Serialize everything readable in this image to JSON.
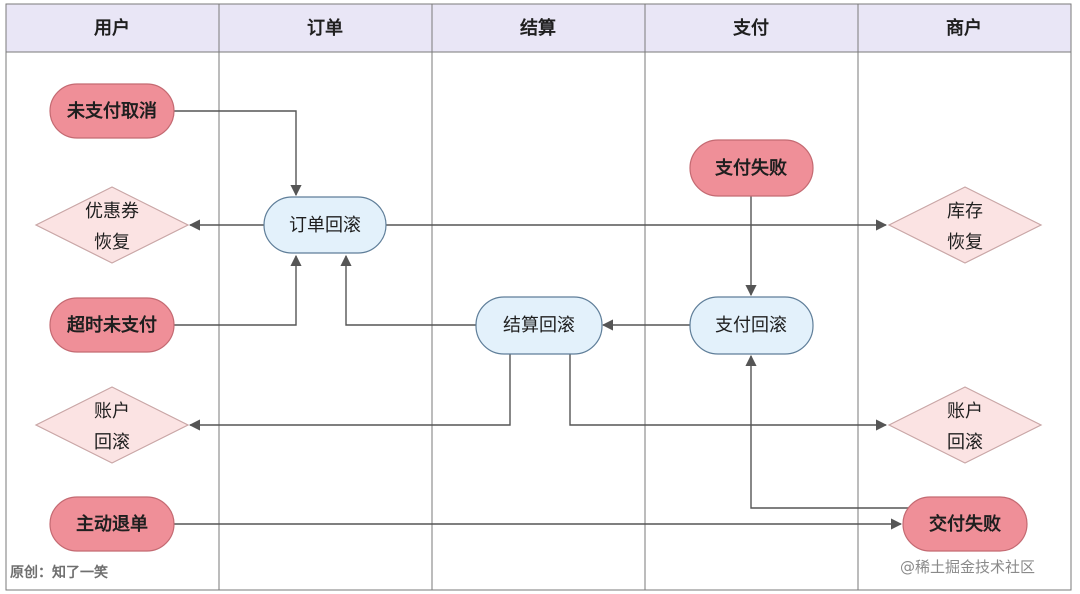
{
  "lanes": [
    "用户",
    "订单",
    "结算",
    "支付",
    "商户"
  ],
  "nodes": {
    "unpaid_cancel": "未支付取消",
    "coupon_restore_1": "优惠券",
    "coupon_restore_2": "恢复",
    "timeout_unpaid": "超时未支付",
    "account_rollback_user_1": "账户",
    "account_rollback_user_2": "回滚",
    "active_refund": "主动退单",
    "order_rollback": "订单回滚",
    "settlement_rollback": "结算回滚",
    "payment_failed": "支付失败",
    "payment_rollback": "支付回滚",
    "stock_restore_1": "库存",
    "stock_restore_2": "恢复",
    "account_rollback_merchant_1": "账户",
    "account_rollback_merchant_2": "回滚",
    "delivery_failed": "交付失败"
  },
  "watermarks": {
    "left": "原创：知了一笑",
    "right": "@稀土掘金技术社区"
  },
  "colors": {
    "header_bg": "#e9e6f6",
    "grid_line": "#7a7a7a",
    "red_fill": "#ef8f98",
    "red_stroke": "#c46a72",
    "blue_fill": "#e3f1fb",
    "blue_stroke": "#5f7e99",
    "diamond_fill": "#fbe3e3",
    "diamond_stroke": "#c9a6a6",
    "arrow": "#555555"
  }
}
